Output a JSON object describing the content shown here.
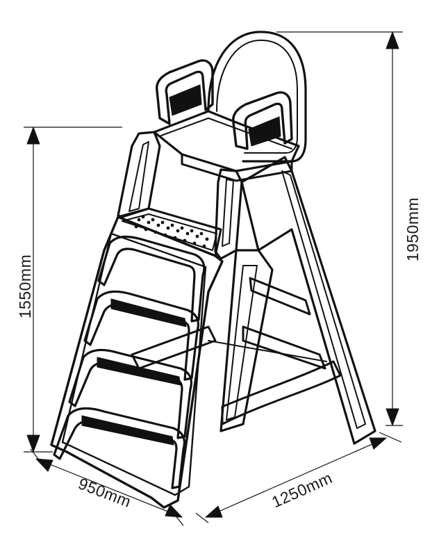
{
  "figure": {
    "subject": "lifeguard-high-chair",
    "dimensions": {
      "seat_height": "1550mm",
      "total_height": "1950mm",
      "width": "950mm",
      "depth": "1250mm"
    }
  },
  "colors": {
    "ink": "#111111",
    "background": "#ffffff"
  }
}
